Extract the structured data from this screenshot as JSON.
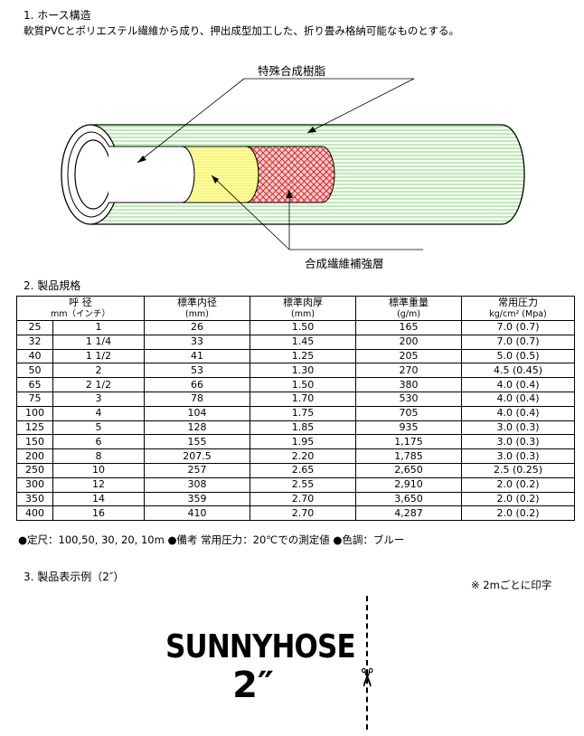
{
  "section1": {
    "title": "1.  ホース構造",
    "description": "軟質PVCとポリエステル繊維から成り、押出成型加工した、折り畳み格納可能なものとする。",
    "label_outer": "特殊合成樹脂",
    "label_reinforce": "合成繊維補強層",
    "colors": {
      "outer_stripes": "#7ad86a",
      "middle_layer": "#ffff99",
      "mesh": "#e02020",
      "mesh_bg": "#ffd4d4"
    }
  },
  "section2": {
    "title": "2.  製品規格",
    "headers": [
      {
        "main": "呼  径",
        "sub": "mm（インチ）"
      },
      {
        "main": "標準内径",
        "sub": "(mm)"
      },
      {
        "main": "標準肉厚",
        "sub": "(mm)"
      },
      {
        "main": "標準重量",
        "sub": "(g/m)"
      },
      {
        "main": "常用圧力",
        "sub": "kg/cm² (Mpa)"
      }
    ],
    "rows": [
      [
        "25",
        "1",
        "26",
        "1.50",
        "165",
        "7.0 (0.7)"
      ],
      [
        "32",
        "1 1/4",
        "33",
        "1.45",
        "200",
        "7.0 (0.7)"
      ],
      [
        "40",
        "1 1/2",
        "41",
        "1.25",
        "205",
        "5.0 (0.5)"
      ],
      [
        "50",
        "2",
        "53",
        "1.30",
        "270",
        "4.5 (0.45)"
      ],
      [
        "65",
        "2 1/2",
        "66",
        "1.50",
        "380",
        "4.0 (0.4)"
      ],
      [
        "75",
        "3",
        "78",
        "1.70",
        "530",
        "4.0 (0.4)"
      ],
      [
        "100",
        "4",
        "104",
        "1.75",
        "705",
        "4.0 (0.4)"
      ],
      [
        "125",
        "5",
        "128",
        "1.85",
        "935",
        "3.0 (0.3)"
      ],
      [
        "150",
        "6",
        "155",
        "1.95",
        "1,175",
        "3.0 (0.3)"
      ],
      [
        "200",
        "8",
        "207.5",
        "2.20",
        "1,785",
        "3.0 (0.3)"
      ],
      [
        "250",
        "10",
        "257",
        "2.65",
        "2,650",
        "2.5 (0.25)"
      ],
      [
        "300",
        "12",
        "308",
        "2.55",
        "2,910",
        "2.0 (0.2)"
      ],
      [
        "350",
        "14",
        "359",
        "2.70",
        "3,650",
        "2.0 (0.2)"
      ],
      [
        "400",
        "16",
        "410",
        "2.70",
        "4,287",
        "2.0 (0.2)"
      ]
    ],
    "footnote": "●定尺：100,50, 30, 20, 10m ●備考  常用圧力：20℃での測定値  ●色調：ブルー"
  },
  "section3": {
    "title": "3.  製品表示例（2″）",
    "print_note": "※  2mごとに印字",
    "brand": "SUNNYHOSE",
    "size_mark": "2″"
  }
}
